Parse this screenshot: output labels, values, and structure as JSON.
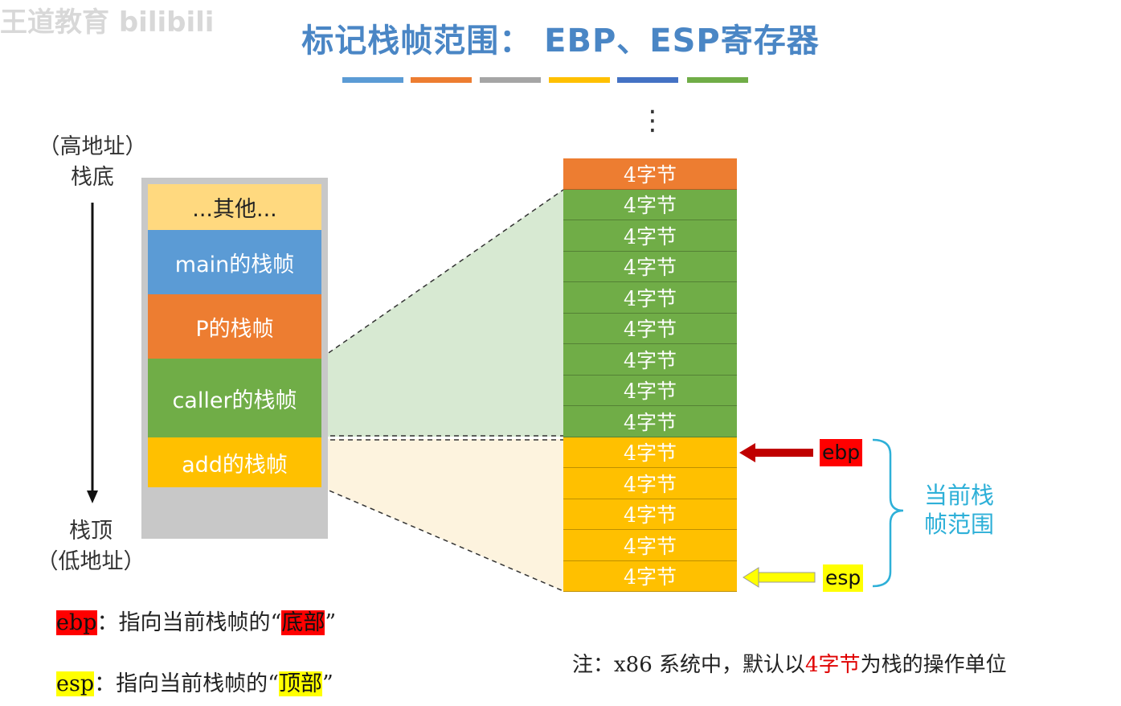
{
  "watermark": "王道教育 bilibili",
  "title": "标记栈帧范围： EBP、ESP寄存器",
  "accent_bars": [
    "#5b9bd5",
    "#ed7d31",
    "#a5a5a5",
    "#ffc000",
    "#4472c4",
    "#70ad47"
  ],
  "left_labels": {
    "high_addr": "（高地址）",
    "stack_bottom": "栈底",
    "stack_top": "栈顶",
    "low_addr": "（低地址）"
  },
  "stack_frames": [
    {
      "label": "...其他...",
      "color": "#ffd97f",
      "text_color": "#222222"
    },
    {
      "label": "main的栈帧",
      "color": "#5b9bd5",
      "text_color": "#ffffff"
    },
    {
      "label": "P的栈帧",
      "color": "#ed7d31",
      "text_color": "#ffffff"
    },
    {
      "label": "caller的栈帧",
      "color": "#70ad47",
      "text_color": "#ffffff"
    },
    {
      "label": "add的栈帧",
      "color": "#ffc000",
      "text_color": "#ffffff"
    }
  ],
  "memory": {
    "ellipsis": "⋮",
    "cell_label": "4字节",
    "cells": [
      {
        "label": "4字节",
        "color": "#ed7d31"
      },
      {
        "label": "4字节",
        "color": "#70ad47"
      },
      {
        "label": "4字节",
        "color": "#70ad47"
      },
      {
        "label": "4字节",
        "color": "#70ad47"
      },
      {
        "label": "4字节",
        "color": "#70ad47"
      },
      {
        "label": "4字节",
        "color": "#70ad47"
      },
      {
        "label": "4字节",
        "color": "#70ad47"
      },
      {
        "label": "4字节",
        "color": "#70ad47"
      },
      {
        "label": "4字节",
        "color": "#70ad47"
      },
      {
        "label": "4字节",
        "color": "#ffc000"
      },
      {
        "label": "4字节",
        "color": "#ffc000"
      },
      {
        "label": "4字节",
        "color": "#ffc000"
      },
      {
        "label": "4字节",
        "color": "#ffc000"
      },
      {
        "label": "4字节",
        "color": "#ffc000"
      }
    ]
  },
  "registers": {
    "ebp": "ebp",
    "esp": "esp",
    "ebp_arrow_color": "#c00000",
    "esp_arrow_color": "#ffff00"
  },
  "range_label": {
    "line1": "当前栈",
    "line2": "帧范围",
    "color": "#2eb0d8"
  },
  "legend": {
    "ebp_name": "ebp",
    "ebp_text": "：指向当前栈帧的“",
    "ebp_highlight": "底部",
    "ebp_end": "”",
    "esp_name": "esp",
    "esp_text": "：指向当前栈帧的“",
    "esp_highlight": "顶部",
    "esp_end": "”"
  },
  "note": {
    "prefix": "注：x86 系统中，默认以",
    "highlight": "4字节",
    "suffix": "为栈的操作单位",
    "highlight_color": "#e00000"
  }
}
